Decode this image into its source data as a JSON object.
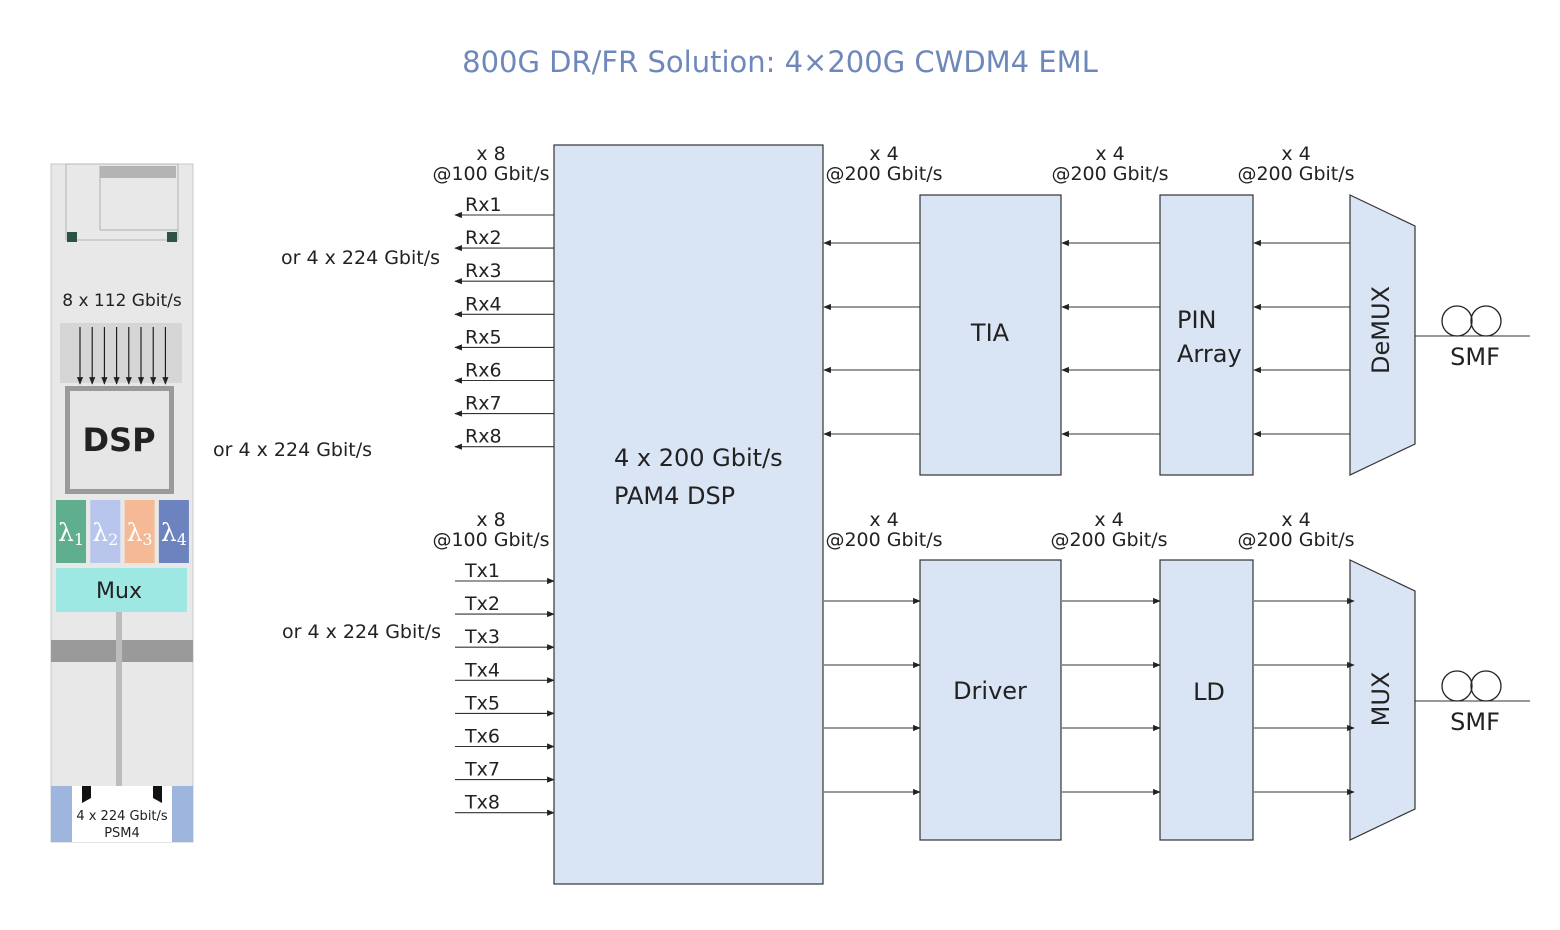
{
  "title": "800G DR/FR Solution: 4×200G CWDM4 EML",
  "module": {
    "bus_label": "8 x 112 Gbit/s",
    "dsp_label": "DSP",
    "lambdas": [
      {
        "sym": "λ",
        "sub": "1",
        "color": "#5fae8d"
      },
      {
        "sym": "λ",
        "sub": "2",
        "color": "#b8c6ee"
      },
      {
        "sym": "λ",
        "sub": "3",
        "color": "#f6b996"
      },
      {
        "sym": "λ",
        "sub": "4",
        "color": "#6d83bf"
      }
    ],
    "mux_label": "Mux",
    "connector_label_1": "4 x 224 Gbit/s",
    "connector_label_2": "PSM4"
  },
  "alt_rate_labels": [
    "or 4 x 224 Gbit/s",
    "or 4 x 224 Gbit/s",
    "or 4 x 224 Gbit/s"
  ],
  "host_rx": {
    "count": "x 8",
    "rate": "@100 Gbit/s",
    "lanes": [
      "Rx1",
      "Rx2",
      "Rx3",
      "Rx4",
      "Rx5",
      "Rx6",
      "Rx7",
      "Rx8"
    ]
  },
  "host_tx": {
    "count": "x 8",
    "rate": "@100 Gbit/s",
    "lanes": [
      "Tx1",
      "Tx2",
      "Tx3",
      "Tx4",
      "Tx5",
      "Tx6",
      "Tx7",
      "Tx8"
    ]
  },
  "dsp_block": {
    "line1": "4 x 200 Gbit/s",
    "line2": "PAM4 DSP"
  },
  "rx_chain": {
    "rate_labels": [
      {
        "count": "x 4",
        "rate": "@200 Gbit/s"
      },
      {
        "count": "x 4",
        "rate": "@200 Gbit/s"
      },
      {
        "count": "x 4",
        "rate": "@200 Gbit/s"
      }
    ],
    "tia": "TIA",
    "pin_line1": "PIN",
    "pin_line2": "Array",
    "demux": "DeMUX",
    "fiber": "SMF"
  },
  "tx_chain": {
    "rate_labels": [
      {
        "count": "x 4",
        "rate": "@200 Gbit/s"
      },
      {
        "count": "x 4",
        "rate": "@200 Gbit/s"
      },
      {
        "count": "x 4",
        "rate": "@200 Gbit/s"
      }
    ],
    "driver": "Driver",
    "ld": "LD",
    "mux": "MUX",
    "fiber": "SMF"
  }
}
